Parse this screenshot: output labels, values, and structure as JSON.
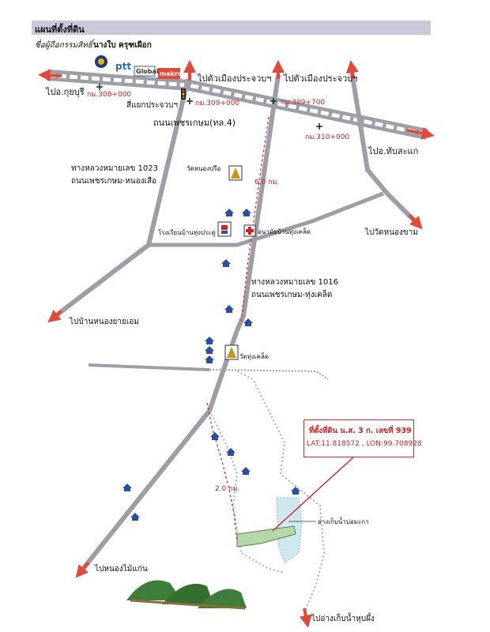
{
  "header": {
    "title": "แผนที่ตั้งที่ดิน",
    "owner_label": "ชื่อผู้ถือกรรมสิทธิ์",
    "owner_name": "นางใบ ครุฑเผือก"
  },
  "brands": {
    "ptt": "ptt",
    "global": "Global",
    "makro": "makro"
  },
  "road_labels": {
    "to_kuiburi": "ไปอ.กุยบุรี",
    "to_prachuap_1": "ไปตัวเมืองประจวบฯ",
    "to_prachuap_2": "ไปตัวเมืองประจวบฯ",
    "to_thap_sakae": "ไปอ.ทับสะแก",
    "to_wat_nong_kham": "ไปวัดหนองขาม",
    "to_ban_nong_sai_aem": "ไปบ้านหนองยายเอม",
    "to_nong_mai_kaen": "ไปหนองไม้แก่น",
    "to_reservoir_hup_phueng": "ไปอ่างเก็บน้ำหุบผึ้ง",
    "intersection": "สี่แยกประจวบฯ",
    "phetkasem": "ถนนเพชรเกษม(ทล.4)",
    "highway_1023_line1": "ทางหลวงหมายเลข 1023",
    "highway_1023_line2": "ถนนเพชรเกษม-หนองเสือ",
    "highway_1016_line1": "ทางหลวงหมายเลข 1016",
    "highway_1016_line2": "ถนนเพชรเกษม-ทุ่งเคล็ด"
  },
  "km_markers": {
    "km_308": "กม.308+000",
    "km_309": "กม.309+000",
    "km_309_700": "กม.309+700",
    "km_310": "กม.310+000",
    "dist_6": "6.0 กม.",
    "dist_2": "2.0 กม."
  },
  "places": {
    "wat_nong_pru": "วัดหนองปรือ",
    "school": "โรงเรียนบ้านทุ่งประดู่",
    "health_center": "อนามัยบ้านทุ่งเคล็ด",
    "wat_thung_khlet": "วัดทุ่งเคล็ด",
    "reservoir": "อ่างเก็บน้ำบ่อมะกา"
  },
  "callout": {
    "title": "ที่ตั้งที่ดิน น.ส. 3 ก. เลขที่ 939",
    "coords": "LAT:11.818572 , LON:99.708928"
  },
  "colors": {
    "road": "#9e9ea8",
    "arrow": "#e04a3a",
    "route": "#d02020",
    "house": "#2b4fa0",
    "land": "#b6d7a8"
  }
}
